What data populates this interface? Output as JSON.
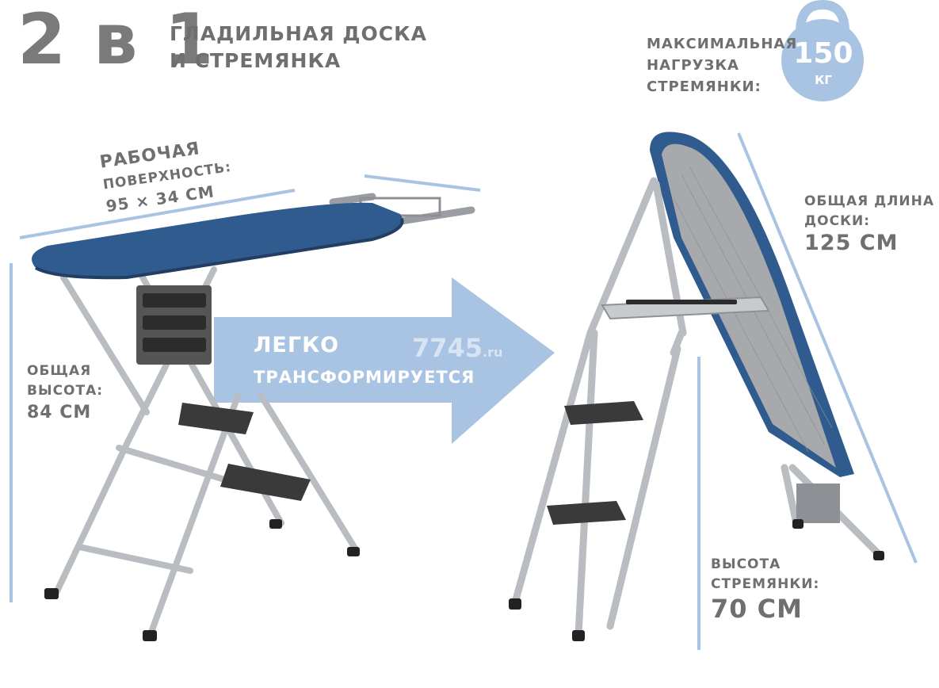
{
  "header": {
    "big_title": "2 в 1",
    "sub_line1": "ГЛАДИЛЬНАЯ ДОСКА",
    "sub_line2": "И СТРЕМЯНКА"
  },
  "max_load": {
    "line1": "МАКСИМАЛЬНАЯ",
    "line2": "НАГРУЗКА",
    "line3": "СТРЕМЯНКИ:",
    "value": "150",
    "unit": "КГ"
  },
  "work_surface": {
    "line1": "РАБОЧАЯ",
    "line2": "ПОВЕРХНОСТЬ:",
    "value": "95 × 34 СМ"
  },
  "total_height": {
    "line1": "ОБЩАЯ",
    "line2": "ВЫСОТА:",
    "value": "84 СМ"
  },
  "transform": {
    "line1": "ЛЕГКО",
    "line2": "ТРАНСФОРМИРУЕТСЯ"
  },
  "watermark": {
    "main": "7745",
    "suffix": ".ru"
  },
  "board_length": {
    "line1": "ОБЩАЯ ДЛИНА",
    "line2": "ДОСКИ:",
    "value": "125 СМ"
  },
  "ladder_height": {
    "line1": "ВЫСОТА",
    "line2": "СТРЕМЯНКИ:",
    "value": "70 СМ"
  },
  "colors": {
    "accent_blue": "#a9c4e2",
    "board_blue": "#2f5b8e",
    "metal": "#b9bcc0",
    "text_gray": "#6f6f6f"
  }
}
